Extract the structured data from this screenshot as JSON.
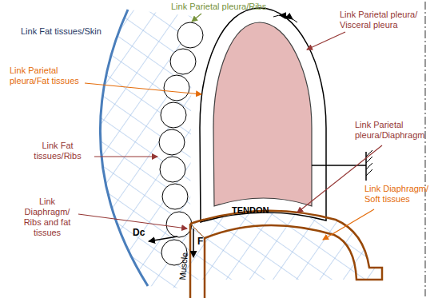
{
  "diagram": {
    "labels": [
      "Link Fat tissues/Skin",
      "Link Parietal pleura/Ribs",
      "Link Parietal pleura/ Visceral pleura",
      "Link Parietal pleura/Fat tissues",
      "Link Fat tissues/Ribs",
      "Link Diaphragm/ Ribs and fat tissues",
      "Link Parietal pleura/Diaphragm",
      "Link Diaphragm/ Soft tissues",
      "TENDON",
      "Dc",
      "F",
      "Muscle"
    ]
  }
}
